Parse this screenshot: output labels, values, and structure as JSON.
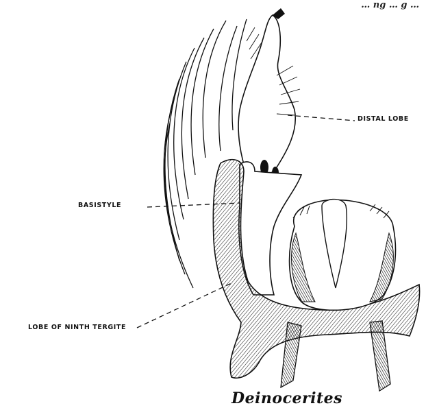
{
  "header_text": "… ng … g …",
  "labels": {
    "distal_lobe": "DISTAL LOBE",
    "basistyle": "BASISTYLE",
    "lobe_of_ninth_tergite": "LOBE OF NINTH TERGITE"
  },
  "genus_name": "Deinocerites",
  "colors": {
    "ink": "#111111",
    "paper": "#ffffff"
  }
}
